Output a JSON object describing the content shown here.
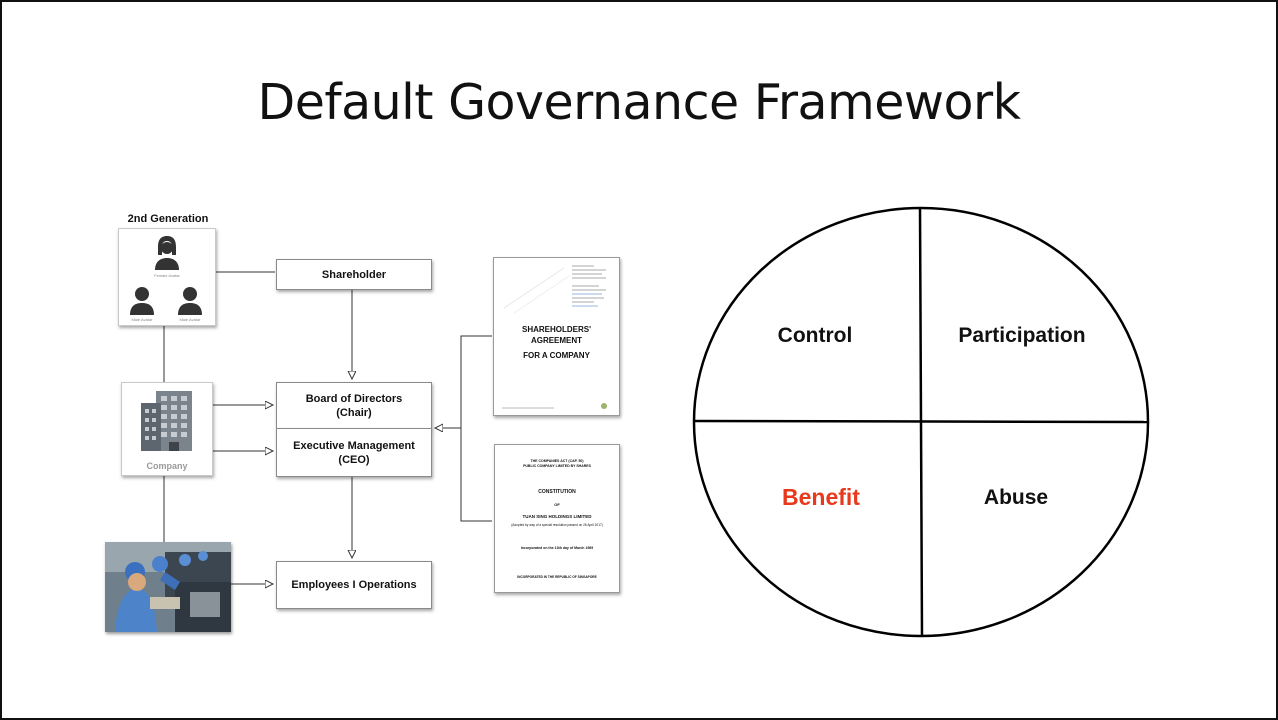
{
  "slide": {
    "title": "Default Governance Framework"
  },
  "family": {
    "label": "2nd Generation",
    "female_caption": "Female Avatar",
    "male1_caption": "Male Avatar",
    "male2_caption": "Male Avatar"
  },
  "company": {
    "label": "Company"
  },
  "org": {
    "shareholder": "Shareholder",
    "board": "Board of Directors\n(Chair)",
    "executive": "Executive Management\n(CEO)",
    "employees": "Employees I Operations"
  },
  "documents": {
    "agreement_title": "SHAREHOLDERS'\nAGREEMENT",
    "agreement_sub": "FOR A COMPANY",
    "constitution_header": "THE COMPANIES ACT (CAP. 50)\nPUBLIC COMPANY LIMITED BY SHARES",
    "constitution_title": "CONSTITUTION",
    "constitution_of": "OF",
    "constitution_company": "TUAN SING HOLDINGS LIMITED",
    "constitution_reg": "(Adopted by way of a special resolution passed on 26 April 2017)",
    "constitution_incorporated": "Incorporated on the 13th day of March 1969",
    "constitution_country": "INCORPORATED IN THE REPUBLIC OF SINGAPORE"
  },
  "quadrants": {
    "top_left": "Control",
    "top_right": "Participation",
    "bottom_left": "Benefit",
    "bottom_right": "Abuse"
  },
  "colors": {
    "benefit": "#e8391d",
    "text": "#111111",
    "line": "#333333"
  }
}
